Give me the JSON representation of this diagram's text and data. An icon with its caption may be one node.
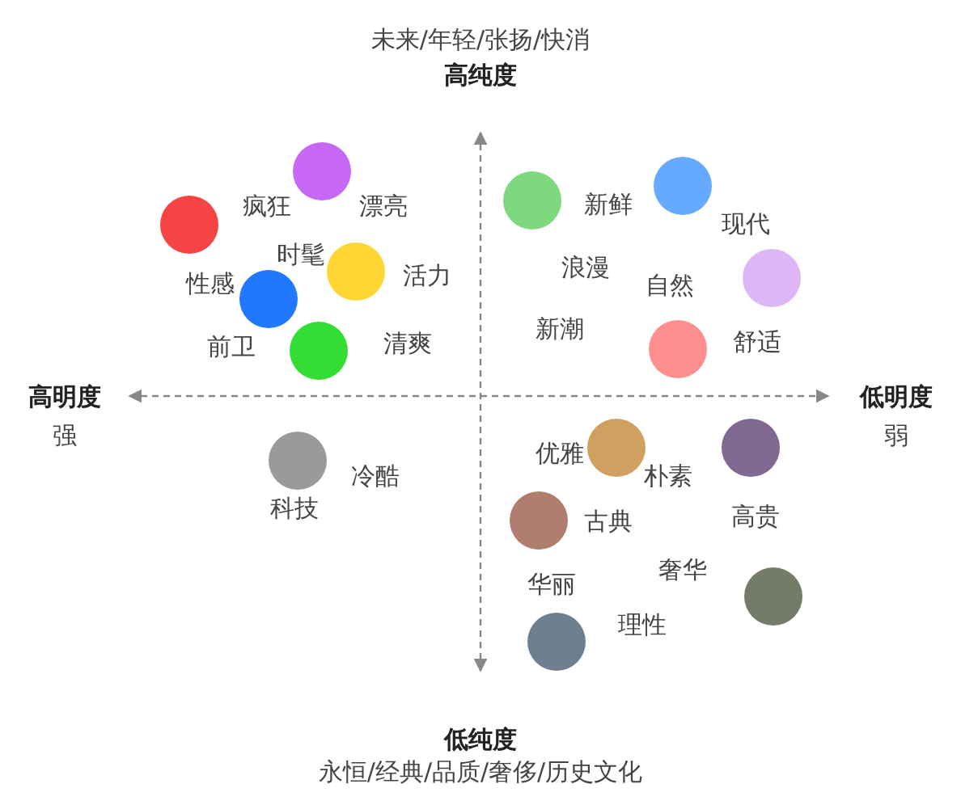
{
  "diagram": {
    "nodes": [
      {
        "text": [],
        "shape": "circle"
      },
      {
        "text": [],
        "shape": "circle"
      },
      {
        "text": [],
        "shape": "circle"
      },
      {
        "text": [],
        "shape": "circle"
      },
      {
        "text": [],
        "shape": "circle"
      },
      {
        "text": [],
        "shape": "circle"
      },
      {
        "text": [],
        "shape": "circle"
      },
      {
        "text": [],
        "shape": "circle"
      },
      {
        "text": [],
        "shape": "circle"
      },
      {
        "text": [],
        "shape": "circle"
      },
      {
        "text": [],
        "shape": "circle"
      },
      {
        "text": [],
        "shape": "circle"
      },
      {
        "text": [],
        "shape": "circle"
      },
      {
        "text": [],
        "shape": "circle"
      },
      {
        "text": [],
        "shape": "circle"
      }
    ],
    "labels": [
      "未来/年轻/张扬/快消",
      "高纯度",
      "疯狂",
      "漂亮",
      "新鲜",
      "现代",
      "时髦",
      "性感",
      "活力",
      "浪漫",
      "自然",
      "前卫",
      "清爽",
      "新潮",
      "舒适",
      "高明度",
      "低明度",
      "强",
      "弱",
      "优雅",
      "冷酷",
      "朴素",
      "科技",
      "古典",
      "高贵",
      "奢华",
      "华丽",
      "理性",
      "低纯度",
      "永恒/经典/品质/奢侈/历史文化"
    ]
  }
}
